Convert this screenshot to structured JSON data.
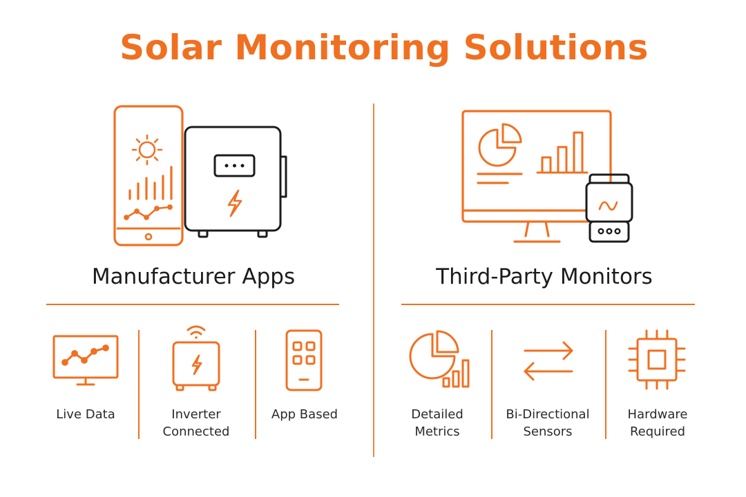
{
  "title": "Solar Monitoring Solutions",
  "colors": {
    "accent": "#f07021",
    "text": "#1b1b1b",
    "device_outline": "#1b1b1b"
  },
  "left": {
    "heading": "Manufacturer Apps",
    "hero_icons": [
      "smartphone-icon",
      "sun-icon",
      "bar-chart-icon",
      "line-chart-icon",
      "inverter-icon",
      "lightning-icon"
    ],
    "features": [
      {
        "icon": "monitor-line-chart-icon",
        "line1": "Live Data",
        "line2": ""
      },
      {
        "icon": "wifi-inverter-icon",
        "line1": "Inverter",
        "line2": "Connected"
      },
      {
        "icon": "app-grid-phone-icon",
        "line1": "App Based",
        "line2": ""
      }
    ]
  },
  "right": {
    "heading": "Third-Party Monitors",
    "hero_icons": [
      "desktop-monitor-icon",
      "pie-chart-icon",
      "bar-chart-icon",
      "sensor-device-icon"
    ],
    "features": [
      {
        "icon": "pie-bar-chart-icon",
        "line1": "Detailed",
        "line2": "Metrics"
      },
      {
        "icon": "bidirectional-arrows-icon",
        "line1": "Bi-Directional",
        "line2": "Sensors"
      },
      {
        "icon": "microchip-icon",
        "line1": "Hardware",
        "line2": "Required"
      }
    ]
  }
}
